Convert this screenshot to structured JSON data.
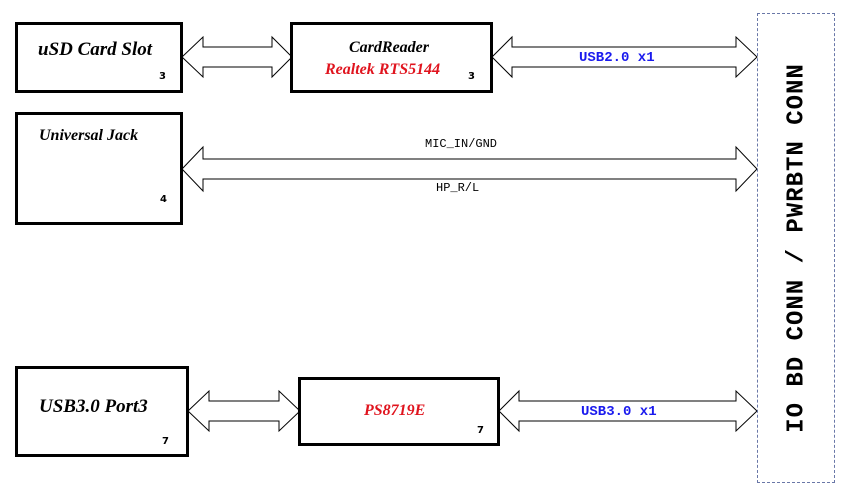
{
  "blocks": {
    "usd_slot": {
      "title": "uSD Card Slot",
      "page": "3"
    },
    "card_reader": {
      "title": "CardReader",
      "part": "Realtek RTS5144",
      "page": "3"
    },
    "universal_jack": {
      "title": "Universal Jack",
      "page": "4"
    },
    "usb3_port3": {
      "title": "USB3.0 Port3",
      "page": "7"
    },
    "ps8719e": {
      "title": "PS8719E",
      "page": "7"
    }
  },
  "buses": {
    "usb2": "USB2.0 x1",
    "usb3": "USB3.0 x1"
  },
  "signals": {
    "mic": "MIC_IN/GND",
    "hp": "HP_R/L"
  },
  "connector": {
    "label": "IO BD CONN / PWRBTN CONN"
  },
  "colors": {
    "outline": "#000000",
    "part_red": "#e0141e",
    "bus_blue": "#1a1aee",
    "jack_orange": "#f07f1c",
    "connector_dash": "#6a78a8"
  }
}
